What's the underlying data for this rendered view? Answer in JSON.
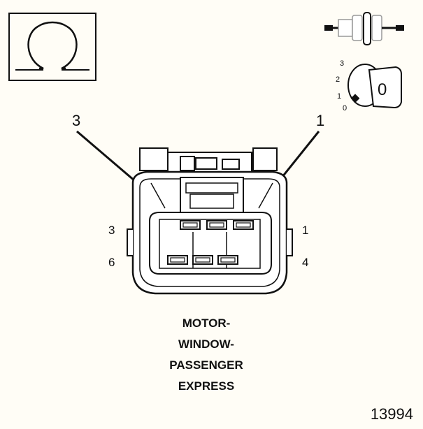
{
  "ohm_symbol": {
    "icon": "ohm-meter-icon",
    "glyph": "Ω"
  },
  "ignition_icon": {
    "icon": "ignition-key-icon",
    "positions": [
      "3",
      "2",
      "1",
      "0"
    ],
    "key_label": "0"
  },
  "connector_icon": {
    "icon": "disconnected-connector-icon"
  },
  "callouts": {
    "left": "3",
    "right": "1"
  },
  "pin_labels": {
    "top_left": "3",
    "bottom_left": "6",
    "top_right": "1",
    "bottom_right": "4"
  },
  "caption": {
    "line1": "MOTOR-",
    "line2": "WINDOW-",
    "line3": "PASSENGER",
    "line4": "EXPRESS"
  },
  "figure_number": "13994"
}
